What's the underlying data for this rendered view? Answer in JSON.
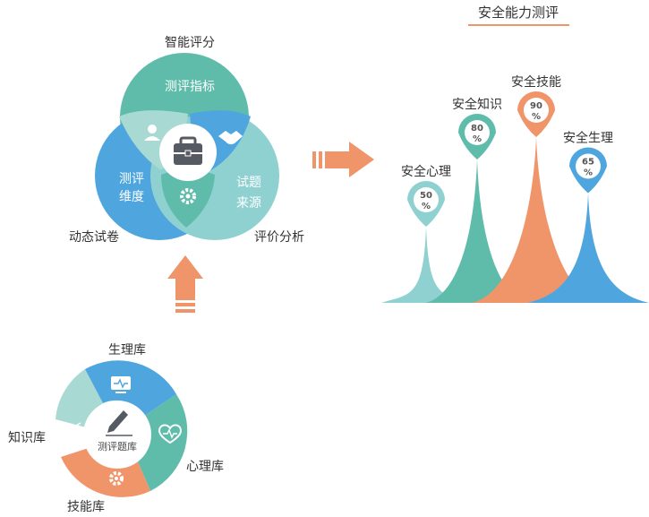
{
  "title": "安全能力测评",
  "colors": {
    "teal": "#5fbcaa",
    "blue": "#4fa6df",
    "light_teal": "#8fd1d1",
    "orange": "#f0956a",
    "pale_teal": "#a9d9d3"
  },
  "venn": {
    "top_label": "智能评分",
    "top_circle": "测评指标",
    "left_circle_line1": "测评",
    "left_circle_line2": "维度",
    "right_circle_line1": "试题",
    "right_circle_line2": "来源",
    "left_outer": "动态试卷",
    "right_outer": "评价分析",
    "center_icon": "briefcase-icon",
    "icons": [
      "user-icon",
      "handshake-icon",
      "gear-icon"
    ]
  },
  "library": {
    "hub": "测评题库",
    "items": [
      {
        "label": "生理库",
        "icon": "monitor-icon"
      },
      {
        "label": "心理库",
        "icon": "heart-icon"
      },
      {
        "label": "技能库",
        "icon": "gear-icon"
      },
      {
        "label": "知识库",
        "icon": "book-icon"
      }
    ]
  },
  "chart_data": {
    "type": "area",
    "title": "安全能力测评",
    "categories": [
      "安全心理",
      "安全知识",
      "安全技能",
      "安全生理"
    ],
    "values": [
      50,
      80,
      90,
      65
    ],
    "value_labels": [
      "50",
      "80",
      "90",
      "65"
    ],
    "unit": "%",
    "colors": [
      "#8fd1d1",
      "#5fbcaa",
      "#f0956a",
      "#4fa6df"
    ]
  }
}
